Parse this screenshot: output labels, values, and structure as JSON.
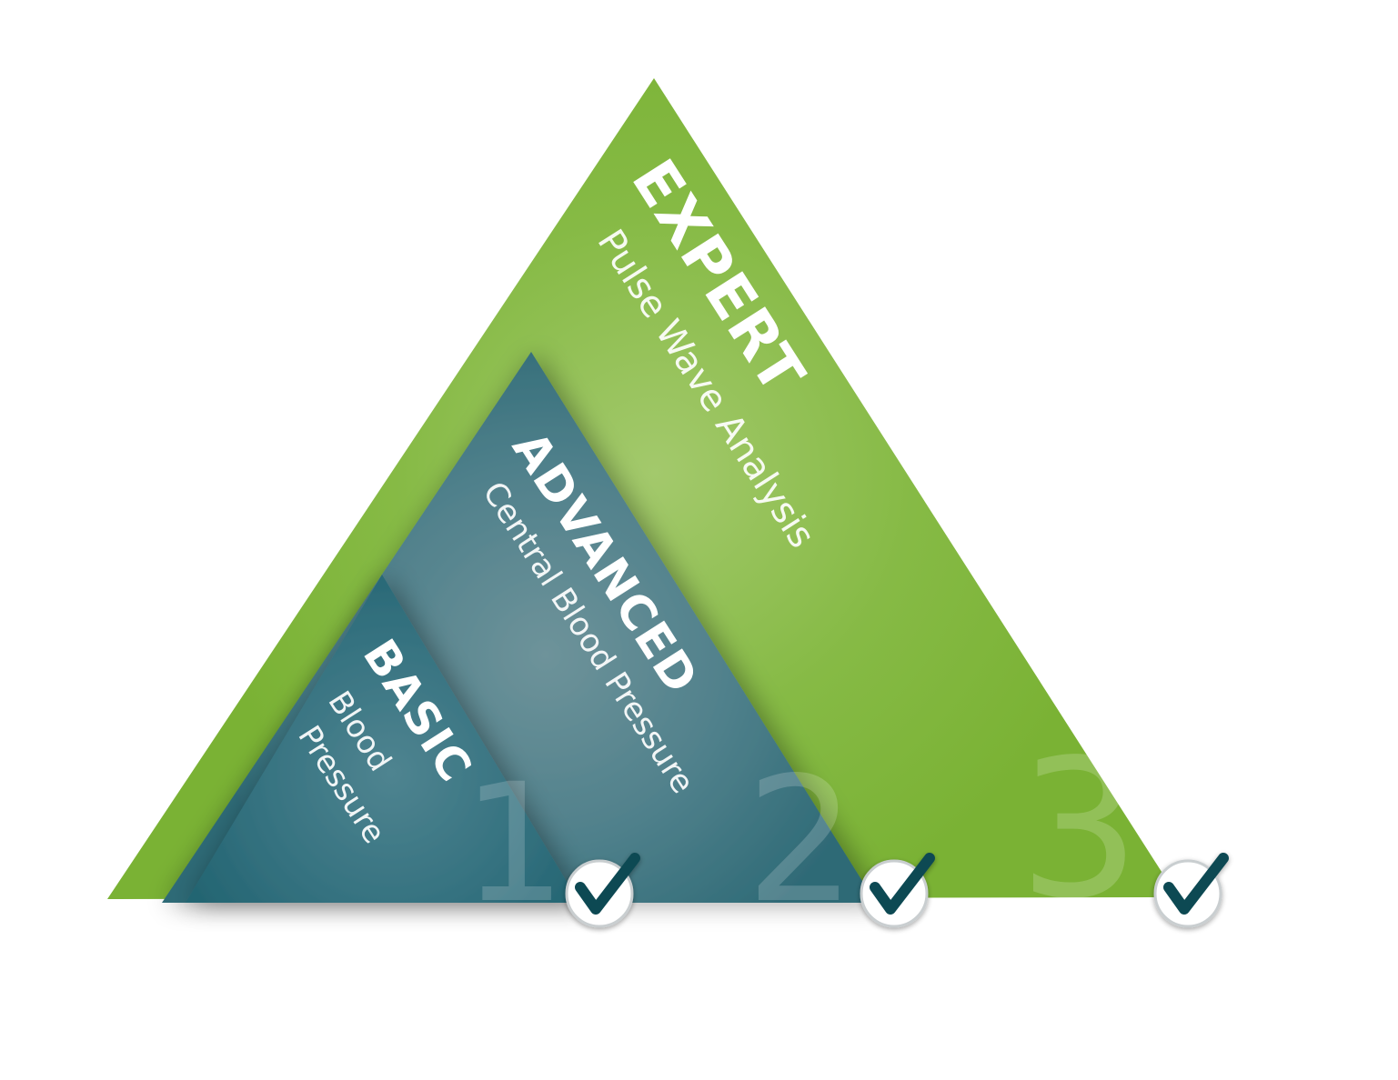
{
  "levels": [
    {
      "number": "1",
      "title": "BASIC",
      "subtitle_lines": [
        "Blood",
        "Pressure"
      ],
      "checked": true
    },
    {
      "number": "2",
      "title": "ADVANCED",
      "subtitle_lines": [
        "Central Blood Pressure"
      ],
      "checked": true
    },
    {
      "number": "3",
      "title": "EXPERT",
      "subtitle_lines": [
        "Pulse Wave Analysis"
      ],
      "checked": true
    }
  ],
  "colors": {
    "expert_green": "#7db43a",
    "expert_green_light": "#a3c96c",
    "advanced_teal": "#3f7884",
    "advanced_teal_light": "#6e939a",
    "basic_teal": "#2d6b78",
    "basic_teal_light": "#4f8490",
    "check_color": "#0e4a53"
  },
  "icons": {
    "check": "check-icon"
  }
}
